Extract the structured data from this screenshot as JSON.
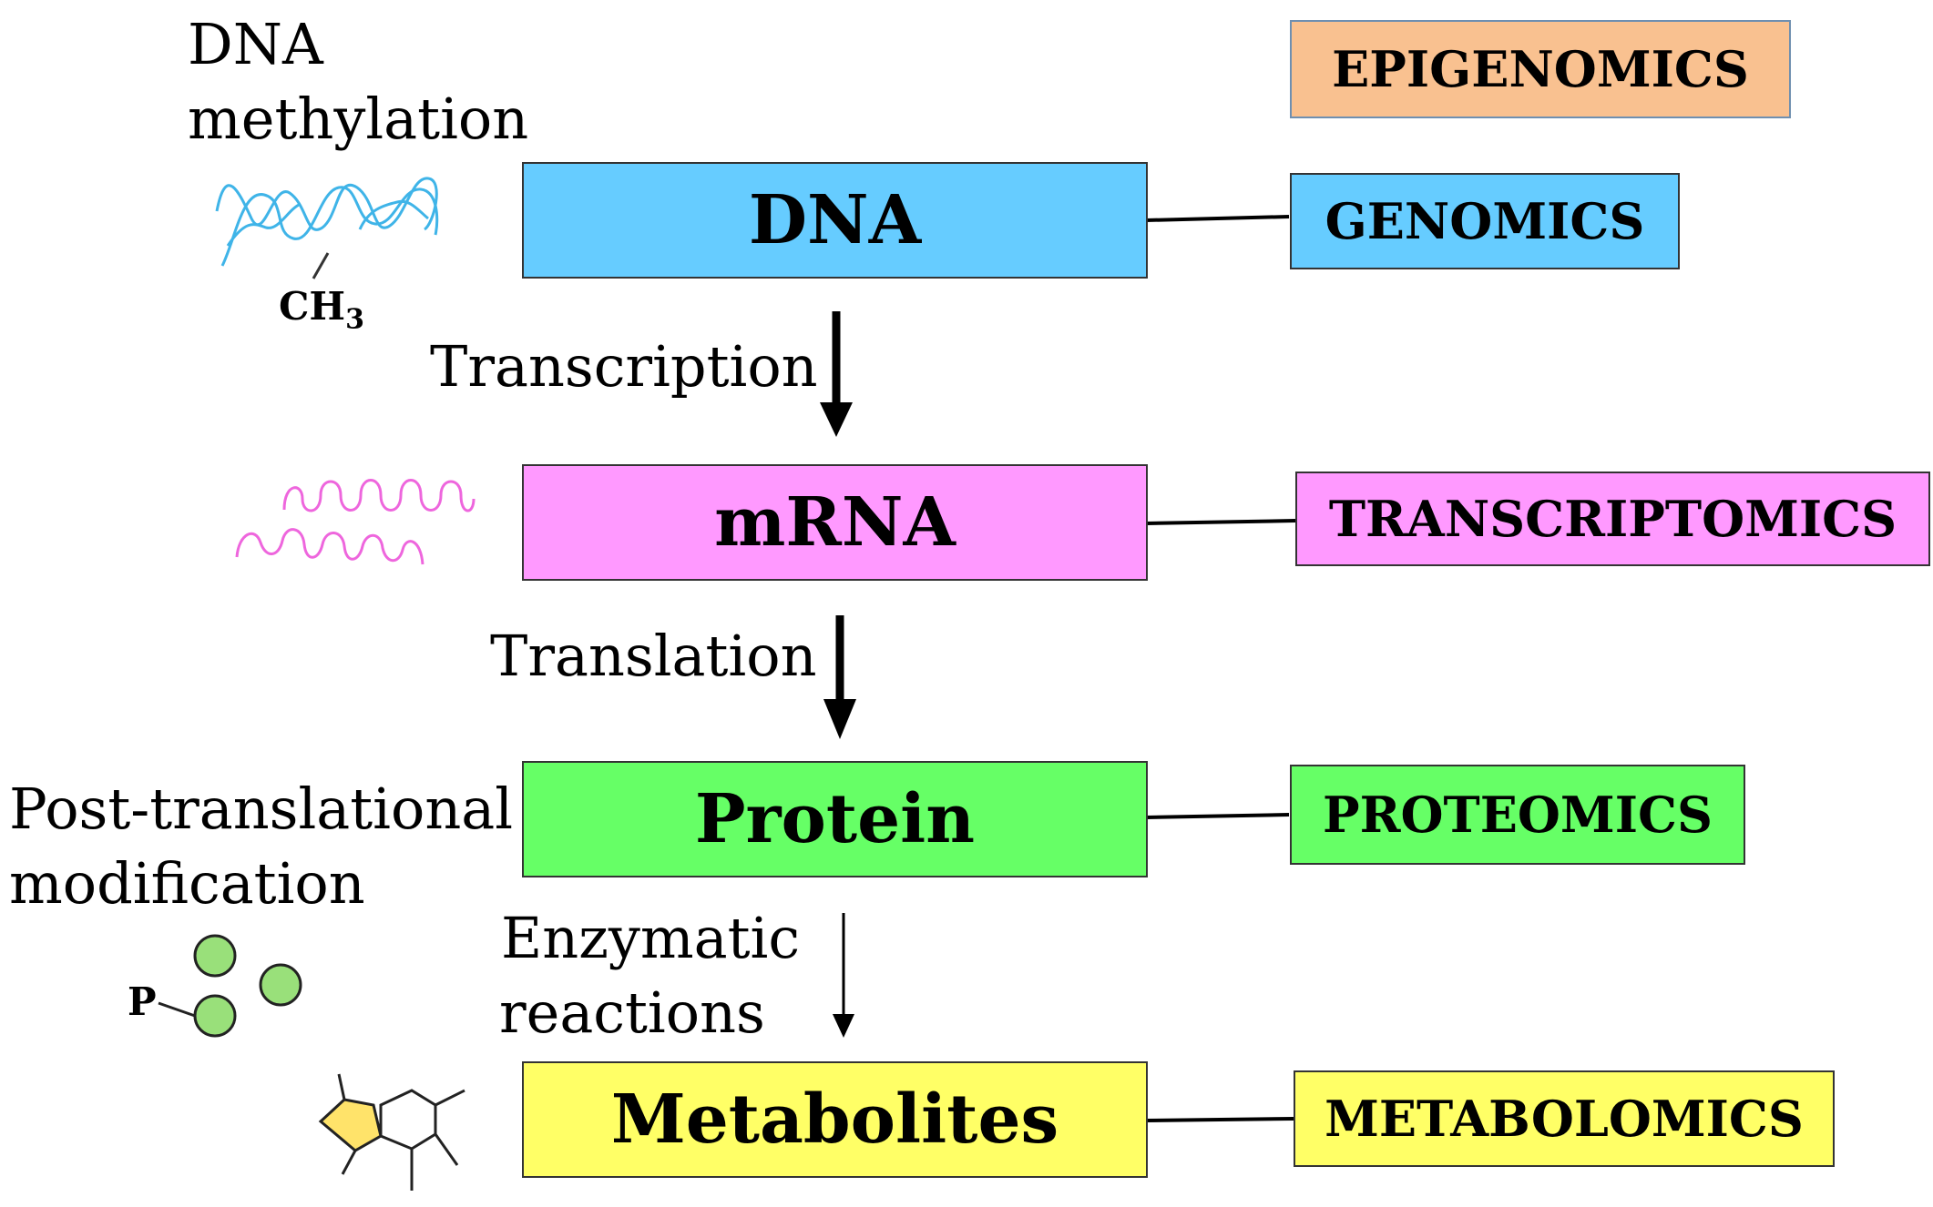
{
  "colors": {
    "dna": "#66ccff",
    "mrna": "#ff99ff",
    "protein": "#66ff66",
    "metabolites": "#ffff66",
    "epigenomics": "#f9c190",
    "dna_strand": "#3fb4e8",
    "rna_strand": "#ee66dd",
    "ptm_circle": "#99e07a"
  },
  "main_boxes": {
    "dna": "DNA",
    "mrna": "mRNA",
    "protein": "Protein",
    "metabolites": "Metabolites"
  },
  "omics": {
    "epigenomics": "EPIGENOMICS",
    "genomics": "GENOMICS",
    "transcriptomics": "TRANSCRIPTOMICS",
    "proteomics": "PROTEOMICS",
    "metabolomics": "METABOLOMICS"
  },
  "process_labels": {
    "transcription": "Transcription",
    "translation": "Translation",
    "enzymatic_line1": "Enzymatic",
    "enzymatic_line2": "reactions"
  },
  "side_labels": {
    "dna_methylation_line1": "DNA",
    "dna_methylation_line2": "methylation",
    "ch3_main": "CH",
    "ch3_sub": "3",
    "ptm_line1": "Post-translational",
    "ptm_line2": "modification",
    "phosphate": "P"
  }
}
